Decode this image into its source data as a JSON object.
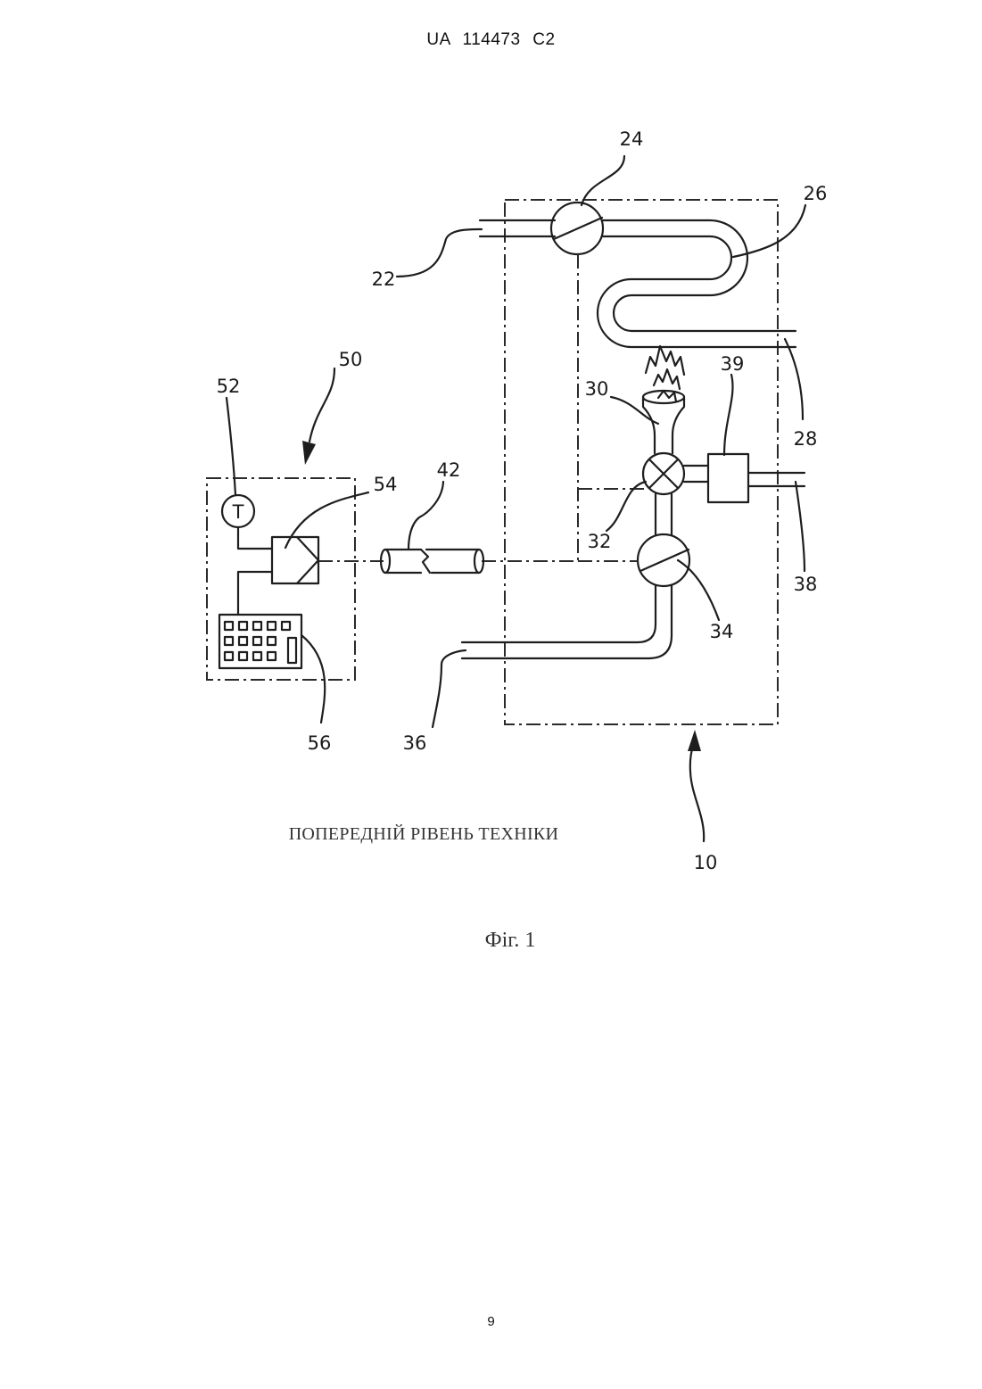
{
  "header": {
    "doc_id": "UA   114473   C2"
  },
  "figure": {
    "labels": {
      "l24": "24",
      "l26": "26",
      "l22": "22",
      "l28": "28",
      "l30": "30",
      "l39": "39",
      "l50": "50",
      "l52": "52",
      "l54": "54",
      "l42": "42",
      "l32": "32",
      "l38": "38",
      "l34": "34",
      "l56": "56",
      "l36": "36",
      "l10": "10"
    },
    "thermostat_symbol": "T",
    "caption_prior_art": "ПОПЕРЕДНІЙ РІВЕНЬ ТЕХНІКИ",
    "figure_caption": "Фіг. 1"
  },
  "footer": {
    "page_number": "9"
  }
}
